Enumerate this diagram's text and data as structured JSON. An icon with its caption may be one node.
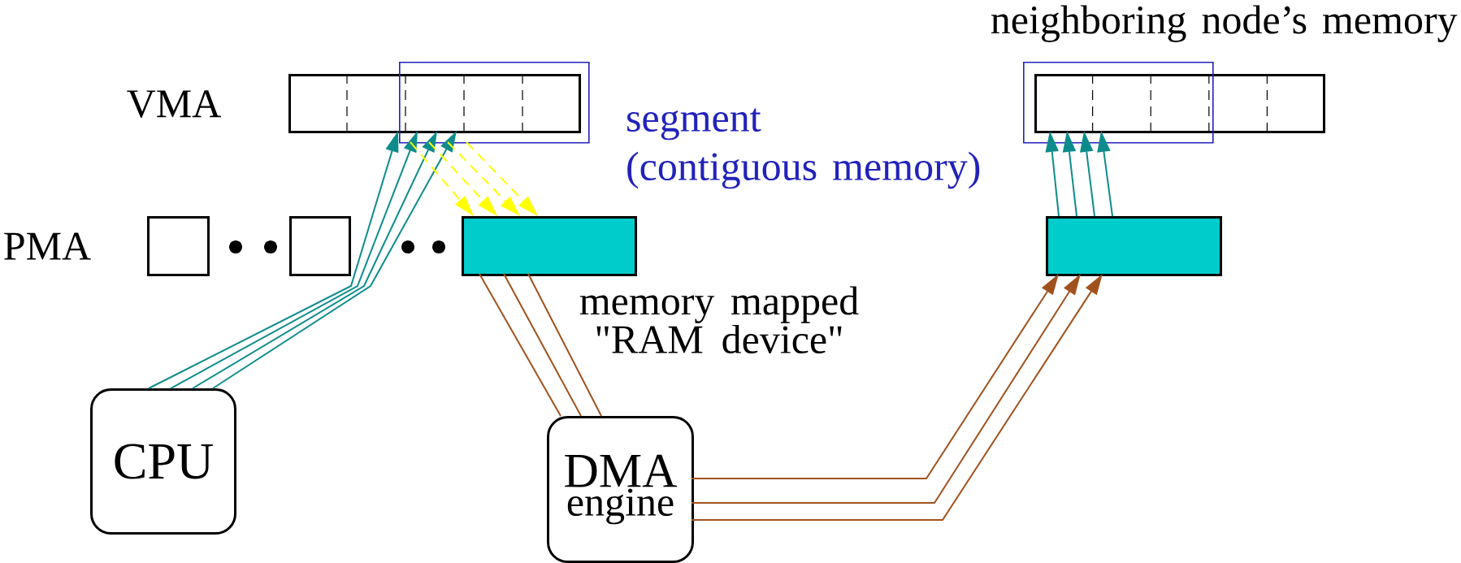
{
  "diagram": {
    "nodes": [
      {
        "text": [],
        "shape": "box"
      },
      {
        "text": [],
        "shape": "box",
        "beside": [
          "segment (contiguous memory)"
        ]
      },
      {
        "text": [],
        "shape": "box"
      },
      {
        "text": [],
        "shape": "box"
      },
      {
        "text": [],
        "shape": "box"
      },
      {
        "text": [
          "CPU"
        ]
      },
      {
        "text": [
          "DMA",
          "engine"
        ]
      },
      {
        "text": [],
        "shape": "box"
      },
      {
        "text": [],
        "shape": "box"
      },
      {
        "text": [],
        "shape": "box"
      }
    ],
    "edges": [
      {
        "from": 5,
        "to": 0,
        "arrow": "to",
        "color": "#0e8c8c"
      },
      {
        "from": 5,
        "to": 0,
        "arrow": "to",
        "color": "#0e8c8c"
      },
      {
        "from": 5,
        "to": 0,
        "arrow": "to",
        "color": "#0e8c8c"
      },
      {
        "from": 5,
        "to": 0,
        "arrow": "to",
        "color": "#0e8c8c"
      },
      {
        "from": 1,
        "to": 4,
        "arrow": "to",
        "style": "dashed",
        "color": "#ffff00"
      },
      {
        "from": 1,
        "to": 4,
        "arrow": "to",
        "style": "dashed",
        "color": "#ffff00"
      },
      {
        "from": 1,
        "to": 4,
        "arrow": "to",
        "style": "dashed",
        "color": "#ffff00"
      },
      {
        "from": 1,
        "to": 4,
        "arrow": "to",
        "style": "dashed",
        "color": "#ffff00"
      },
      {
        "from": 4,
        "to": 6,
        "arrow": "none",
        "color": "#a0521e"
      },
      {
        "from": 4,
        "to": 6,
        "arrow": "none",
        "color": "#a0521e"
      },
      {
        "from": 4,
        "to": 6,
        "arrow": "none",
        "color": "#a0521e"
      },
      {
        "from": 6,
        "to": 9,
        "arrow": "to",
        "color": "#a0521e"
      },
      {
        "from": 6,
        "to": 9,
        "arrow": "to",
        "color": "#a0521e"
      },
      {
        "from": 6,
        "to": 9,
        "arrow": "to",
        "color": "#a0521e"
      },
      {
        "from": 9,
        "to": 7,
        "arrow": "to",
        "color": "#0e8c8c"
      },
      {
        "from": 9,
        "to": 7,
        "arrow": "to",
        "color": "#0e8c8c"
      },
      {
        "from": 9,
        "to": 7,
        "arrow": "to",
        "color": "#0e8c8c"
      },
      {
        "from": 9,
        "to": 7,
        "arrow": "to",
        "color": "#0e8c8c"
      }
    ],
    "labels": [
      "neighboring node’s memory",
      "VMA",
      "PMA",
      "memory mapped \"RAM device\""
    ]
  }
}
